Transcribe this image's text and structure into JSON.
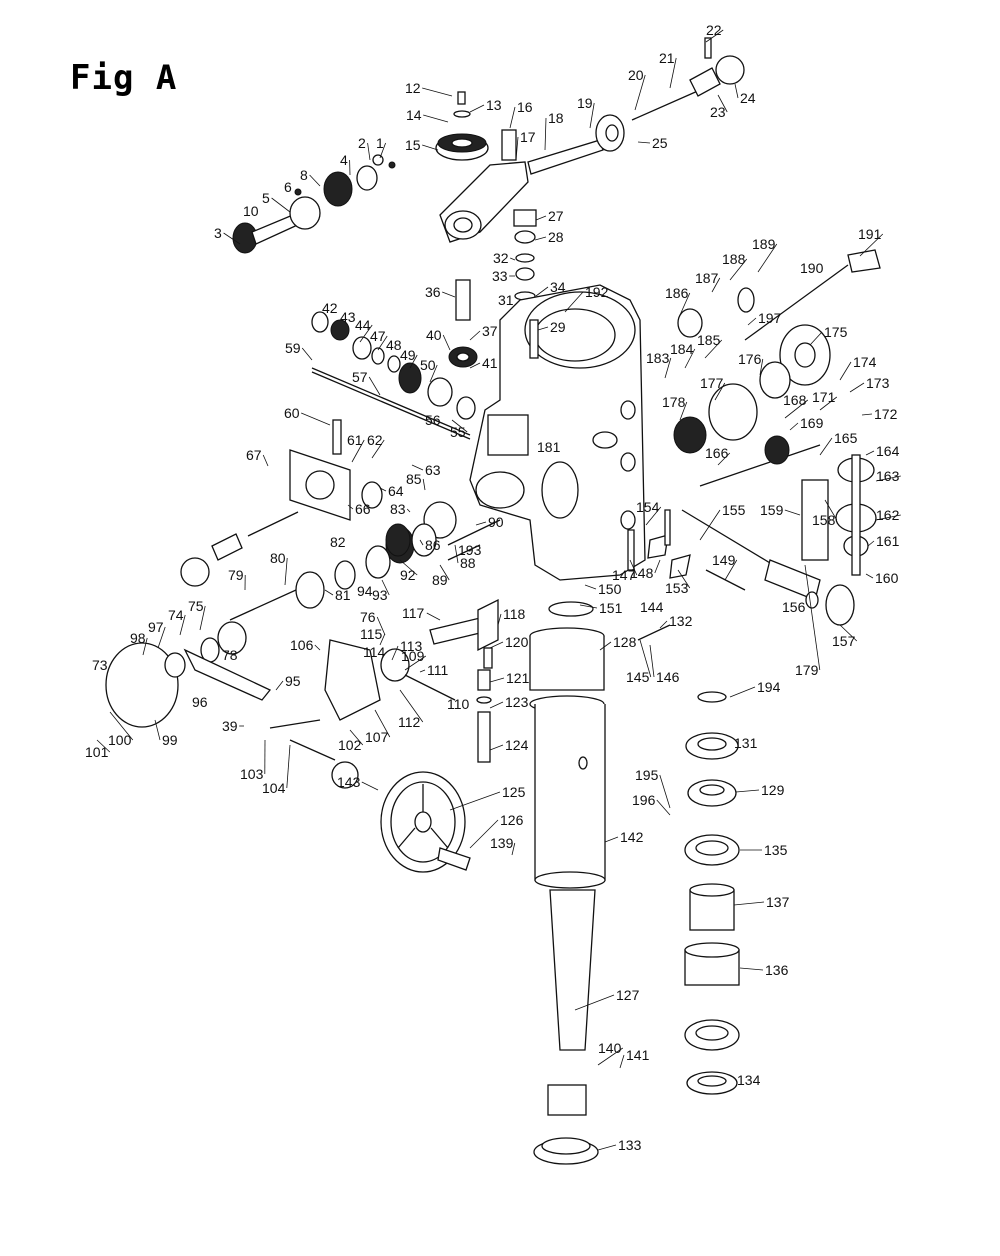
{
  "figure": {
    "title": "Fig A"
  },
  "labels": [
    "1",
    "2",
    "3",
    "4",
    "5",
    "6",
    "8",
    "10",
    "12",
    "13",
    "14",
    "15",
    "16",
    "17",
    "18",
    "19",
    "20",
    "21",
    "22",
    "23",
    "24",
    "25",
    "27",
    "28",
    "29",
    "31",
    "32",
    "33",
    "34",
    "36",
    "37",
    "39",
    "40",
    "41",
    "42",
    "43",
    "44",
    "47",
    "48",
    "49",
    "50",
    "55",
    "56",
    "57",
    "59",
    "60",
    "61",
    "62",
    "63",
    "64",
    "66",
    "67",
    "73",
    "74",
    "75",
    "76",
    "78",
    "79",
    "80",
    "81",
    "82",
    "83",
    "85",
    "86",
    "88",
    "89",
    "90",
    "92",
    "93",
    "94",
    "95",
    "96",
    "97",
    "98",
    "99",
    "100",
    "101",
    "102",
    "103",
    "104",
    "106",
    "107",
    "109",
    "110",
    "111",
    "112",
    "113",
    "114",
    "115",
    "117",
    "118",
    "120",
    "121",
    "123",
    "124",
    "125",
    "126",
    "127",
    "128",
    "129",
    "131",
    "132",
    "133",
    "134",
    "135",
    "136",
    "137",
    "139",
    "140",
    "141",
    "142",
    "143",
    "144",
    "145",
    "146",
    "147",
    "148",
    "149",
    "150",
    "151",
    "153",
    "154",
    "155",
    "156",
    "157",
    "158",
    "159",
    "160",
    "161",
    "162",
    "163",
    "164",
    "165",
    "166",
    "168",
    "169",
    "171",
    "172",
    "173",
    "174",
    "175",
    "176",
    "177",
    "178",
    "179",
    "181",
    "183",
    "184",
    "185",
    "186",
    "187",
    "188",
    "189",
    "190",
    "191",
    "192",
    "193",
    "194",
    "195",
    "196",
    "197"
  ]
}
